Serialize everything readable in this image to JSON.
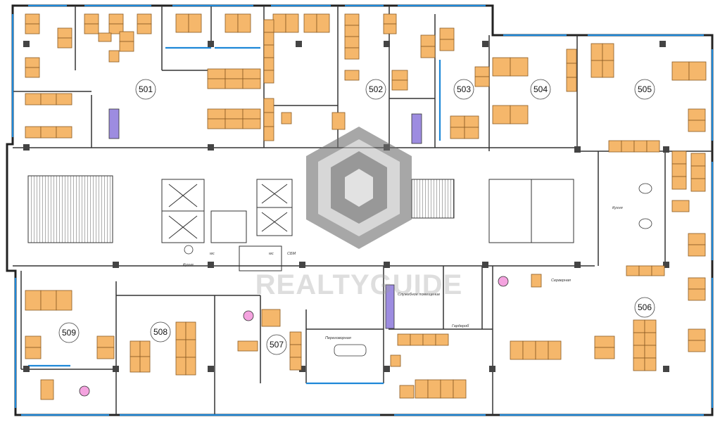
{
  "colors": {
    "wall": "#222222",
    "window": "#1e88d8",
    "desk": "#f5b76b",
    "desk_edge": "#8a5a22",
    "chair": "#555555",
    "accent_purple": "#9d8ce0",
    "pink": "#f4a3df",
    "watermark": "#7a7a7a"
  },
  "rooms": [
    {
      "id": "501",
      "label": "501"
    },
    {
      "id": "502",
      "label": "502"
    },
    {
      "id": "503",
      "label": "503"
    },
    {
      "id": "504",
      "label": "504"
    },
    {
      "id": "505",
      "label": "505"
    },
    {
      "id": "506",
      "label": "506"
    },
    {
      "id": "507",
      "label": "507"
    },
    {
      "id": "508",
      "label": "508"
    },
    {
      "id": "509",
      "label": "509"
    }
  ],
  "labels": {
    "kitchen_left": "Кухня",
    "kitchen_right": "Кухня",
    "wc_1": "wc",
    "wc_2": "wc",
    "cbm": "СБМ",
    "meeting": "Переговорная",
    "service": "Служебное помещение",
    "wardrobe": "Гардероб",
    "server": "Серверная"
  },
  "watermark": {
    "text": "REALTYGUIDE",
    "logo": "cube-logo-icon"
  }
}
